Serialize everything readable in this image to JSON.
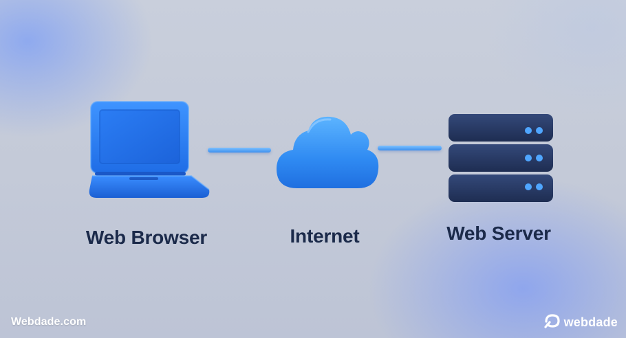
{
  "nodes": {
    "browser": {
      "label": "Web Browser",
      "icon": "laptop-icon"
    },
    "internet": {
      "label": "Internet",
      "icon": "cloud-icon"
    },
    "server": {
      "label": "Web Server",
      "icon": "server-icon"
    }
  },
  "footer": {
    "site": "Webdade.com",
    "logo_text": "webdade",
    "logo_icon": "webdade-logo-mark"
  },
  "colors": {
    "accent": "#3d8fee",
    "laptop": "#2a7cf0",
    "server": "#27385f",
    "server_led": "#4fa6ff",
    "label_text": "#1b2a4a"
  }
}
